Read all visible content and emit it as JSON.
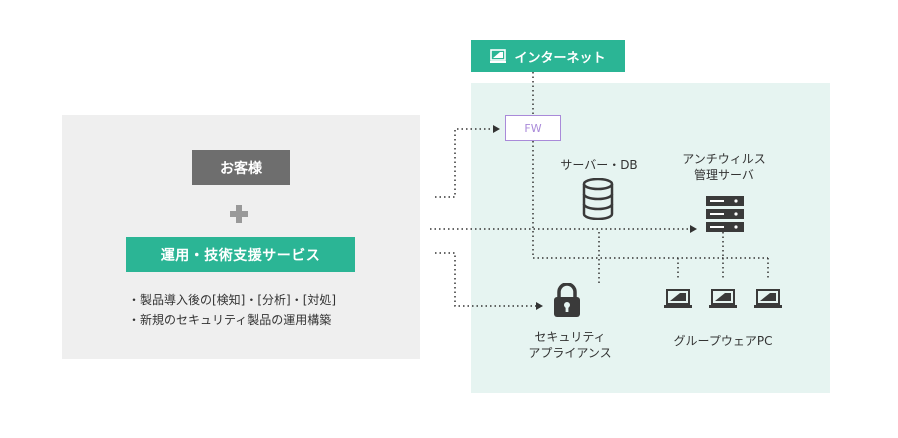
{
  "customer": {
    "title": "お客様",
    "plus": "+",
    "service": "運用・技術支援サービス",
    "bullets": [
      "・製品導入後の[検知]・[分析]・[対処]",
      "・新規のセキュリティ製品の運用構築"
    ]
  },
  "network": {
    "internet": "インターネット",
    "fw": "FW",
    "server_db": "サーバー・DB",
    "antivirus_line1": "アンチウィルス",
    "antivirus_line2": "管理サーバ",
    "security_line1": "セキュリティ",
    "security_line2": "アプライアンス",
    "groupware": "グループウェアPC"
  },
  "colors": {
    "accent": "#2bb595",
    "panel_gray": "#efefef",
    "panel_teal": "#e6f4f1",
    "label_gray": "#6e6e6e",
    "fw_purple": "#a98ad9",
    "icon_dark": "#3a3a3a"
  }
}
